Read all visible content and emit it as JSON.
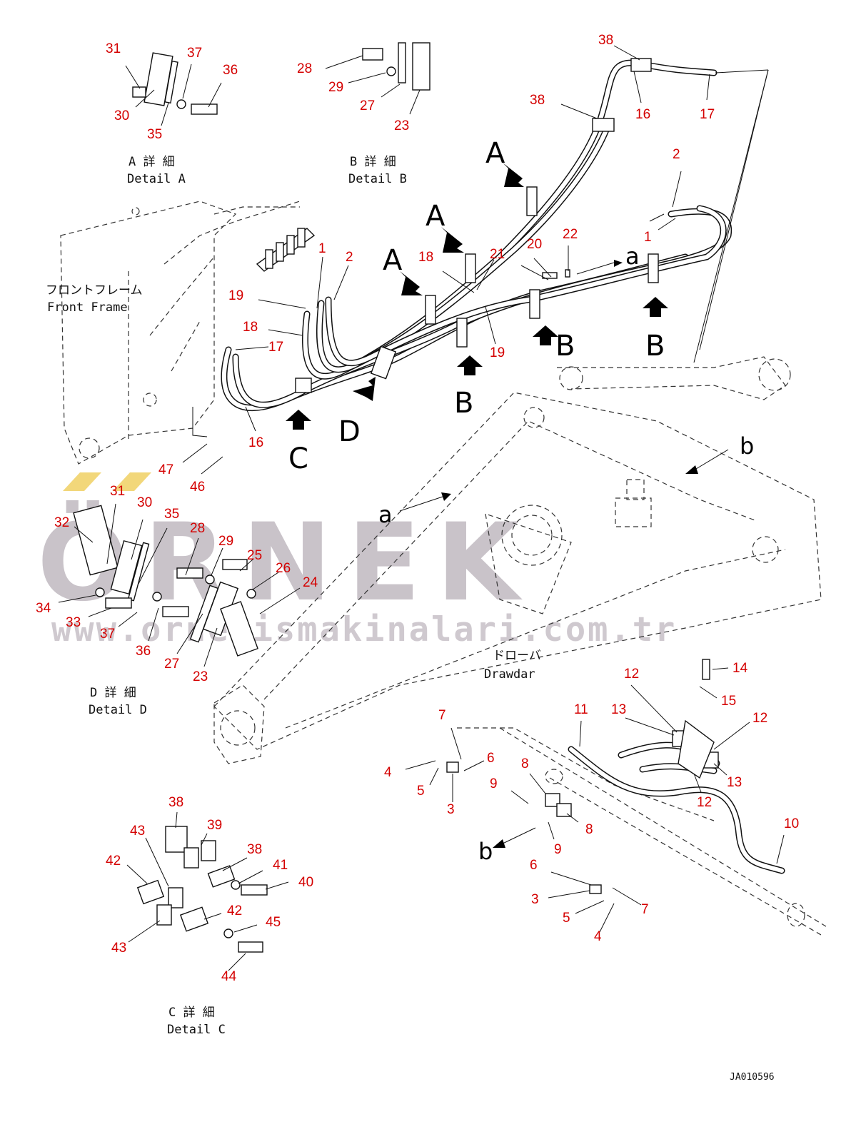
{
  "watermark": {
    "brand": "ÖRNEK",
    "url": "www.ornekismakinalari.com.tr"
  },
  "captions": {
    "detail_a": {
      "jp": "A 詳 細",
      "en": "Detail A"
    },
    "detail_b": {
      "jp": "B 詳 細",
      "en": "Detail B"
    },
    "detail_c": {
      "jp": "C 詳 細",
      "en": "Detail C"
    },
    "detail_d": {
      "jp": "D 詳 細",
      "en": "Detail D"
    },
    "front_frame": {
      "jp": "フロントフレーム",
      "en": "Front Frame"
    },
    "drawbar": {
      "jp": "ドローバ",
      "en": "Drawdar"
    }
  },
  "view_letters": {
    "a": "A",
    "b": "B",
    "c": "C",
    "d": "D",
    "small_a": "a",
    "small_b": "b"
  },
  "drawing_ref": "JA010596",
  "callouts": {
    "detail_a": [
      "31",
      "37",
      "36",
      "30",
      "35"
    ],
    "detail_b": [
      "28",
      "29",
      "27",
      "23"
    ],
    "top_right": [
      "38",
      "38",
      "16",
      "17",
      "2",
      "1"
    ],
    "main_upper": [
      "1",
      "2",
      "19",
      "18",
      "17",
      "16",
      "18",
      "21",
      "20",
      "22",
      "19"
    ],
    "detail_d": [
      "31",
      "30",
      "32",
      "35",
      "28",
      "29",
      "25",
      "26",
      "24",
      "34",
      "33",
      "37",
      "36",
      "27",
      "23"
    ],
    "front_frame_bolt": [
      "47",
      "46"
    ],
    "lower_right": [
      "7",
      "6",
      "4",
      "5",
      "3",
      "9",
      "8",
      "9",
      "8",
      "11",
      "13",
      "12",
      "12",
      "13",
      "12",
      "14",
      "15",
      "10",
      "6",
      "3",
      "5",
      "4",
      "7"
    ],
    "detail_c": [
      "38",
      "43",
      "39",
      "42",
      "38",
      "41",
      "40",
      "42",
      "43",
      "45",
      "44"
    ]
  }
}
